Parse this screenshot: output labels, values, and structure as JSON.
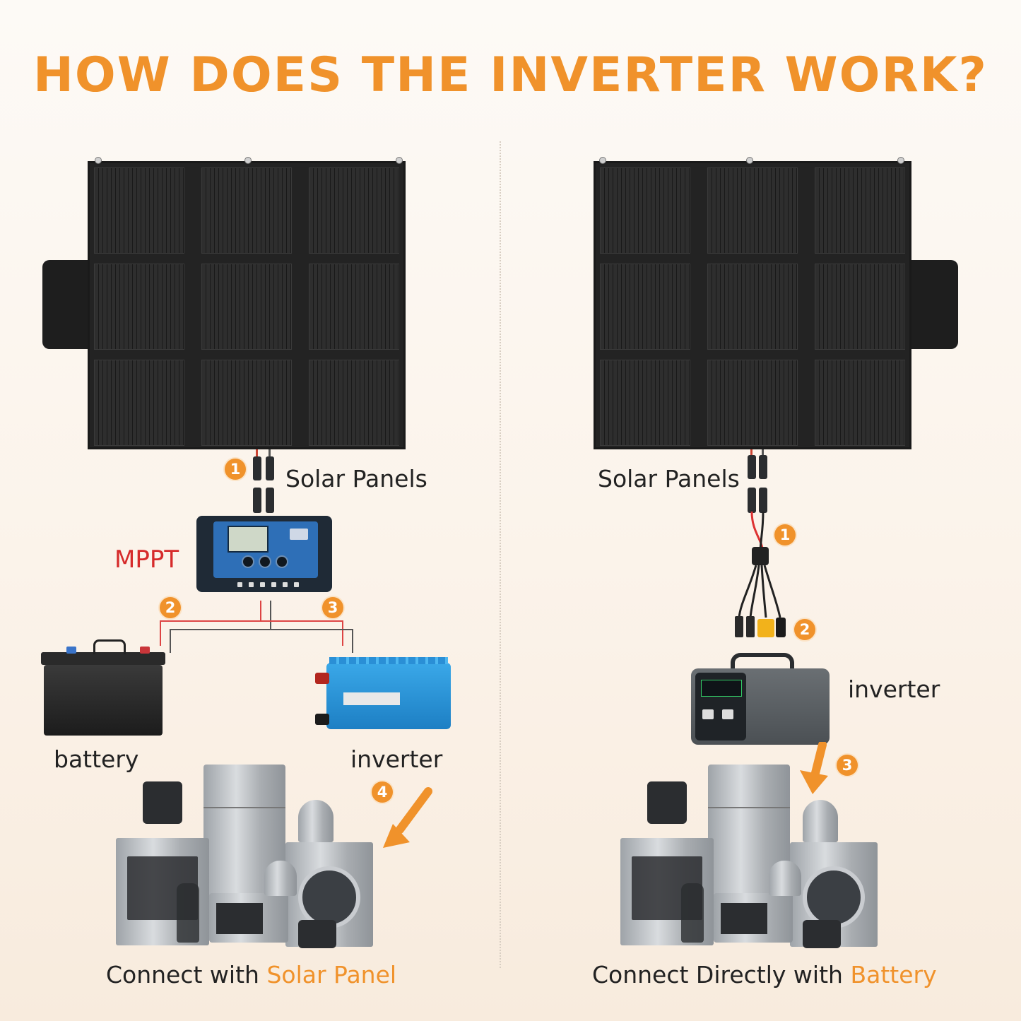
{
  "title": "HOW DOES THE INVERTER WORK?",
  "colors": {
    "accent": "#f0922b",
    "mppt": "#d62b2b",
    "text": "#222222"
  },
  "left": {
    "solar_label": "Solar Panels",
    "controller_label": "MPPT",
    "battery_label": "battery",
    "inverter_label": "inverter",
    "caption_prefix": "Connect with",
    "caption_highlight": "Solar Panel",
    "steps": [
      "1",
      "2",
      "3",
      "4"
    ]
  },
  "right": {
    "solar_label": "Solar Panels",
    "inverter_label": "inverter",
    "caption_prefix": "Connect Directly with",
    "caption_highlight": "Battery",
    "steps": [
      "1",
      "2",
      "3"
    ]
  },
  "icons": [
    "solar-panel-icon",
    "charge-controller-icon",
    "car-battery-icon",
    "inverter-icon",
    "power-station-icon",
    "appliances-icon",
    "arrow-icon",
    "cable-splitter-icon"
  ]
}
